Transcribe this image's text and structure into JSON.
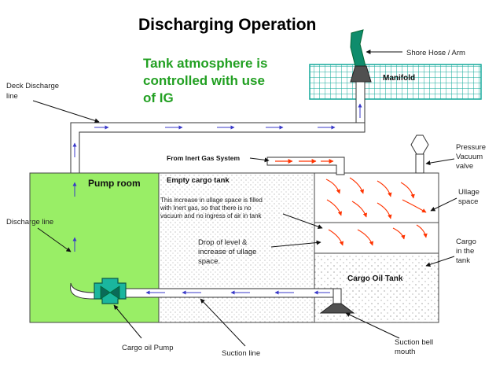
{
  "title": "Discharging Operation",
  "headline": [
    "Tank atmosphere is",
    "controlled with use",
    "of IG"
  ],
  "colors": {
    "title": "#000000",
    "headline": "#22a022",
    "pump_room": "#99ee66",
    "manifold_grid": "#12a89a",
    "flow_arrow": "#3838c8",
    "inert_gas_arrow": "#ff3300",
    "pump": "#1ab69e",
    "hose": "#0f8c6c"
  },
  "labels": {
    "shore_hose": "Shore Hose / Arm",
    "manifold": "Manifold",
    "deck_discharge": [
      "Deck Discharge",
      "line"
    ],
    "from_inert_gas": "From Inert Gas System",
    "pressure_valve": [
      "Pressure",
      "Vacuum",
      "valve"
    ],
    "pump_room": "Pump room",
    "empty_tank": "Empty cargo tank",
    "ullage_note": [
      "This increase in ullage space is filled",
      "with Inert gas, so that there is no",
      "vacuum and no ingress of air in tank"
    ],
    "ullage_space": [
      "Ullage",
      "space"
    ],
    "discharge_line": "Discharge  line",
    "drop_level": [
      "Drop of level &",
      "increase of ullage",
      "space."
    ],
    "cargo_in_tank": [
      "Cargo",
      "in the",
      "tank"
    ],
    "cargo_oil_tank": "Cargo Oil Tank",
    "suction_bell": [
      "Suction bell",
      "mouth"
    ],
    "cargo_oil_pump": "Cargo oil Pump",
    "suction_line": "Suction line"
  }
}
